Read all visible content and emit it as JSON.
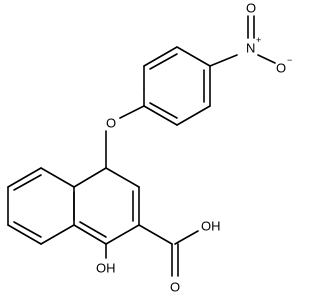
{
  "structure": {
    "atoms": {
      "ether_o": "O",
      "nitro_n": "N",
      "nitro_n_charge": "+",
      "nitro_o_double": "O",
      "nitro_o_single": "O",
      "nitro_o_single_charge": "−",
      "carboxyl_oh": "OH",
      "carboxyl_o": "O",
      "phenol_oh": "OH"
    }
  }
}
